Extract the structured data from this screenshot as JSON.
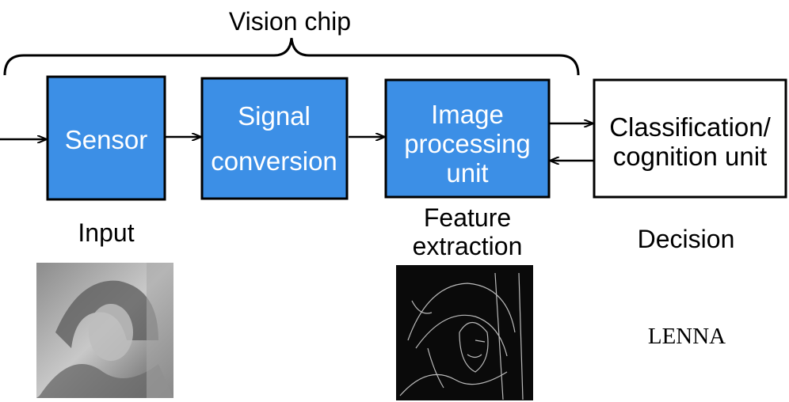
{
  "title": "Vision chip",
  "blocks": {
    "sensor": [
      "Sensor"
    ],
    "signal_conversion": [
      "Signal",
      "conversion"
    ],
    "image_processing": [
      "Image",
      "processing",
      "unit"
    ],
    "classification": [
      "Classification/",
      "cognition unit"
    ]
  },
  "captions": {
    "input": [
      "Input"
    ],
    "feature_extraction": [
      "Feature",
      "extraction"
    ],
    "decision": [
      "Decision"
    ]
  },
  "decision_output": "LENNA",
  "colors": {
    "block_fill": "#3c8fe6",
    "title_text": "#3c8fe6",
    "block_text": "#ffffff",
    "outline": "#000000"
  }
}
